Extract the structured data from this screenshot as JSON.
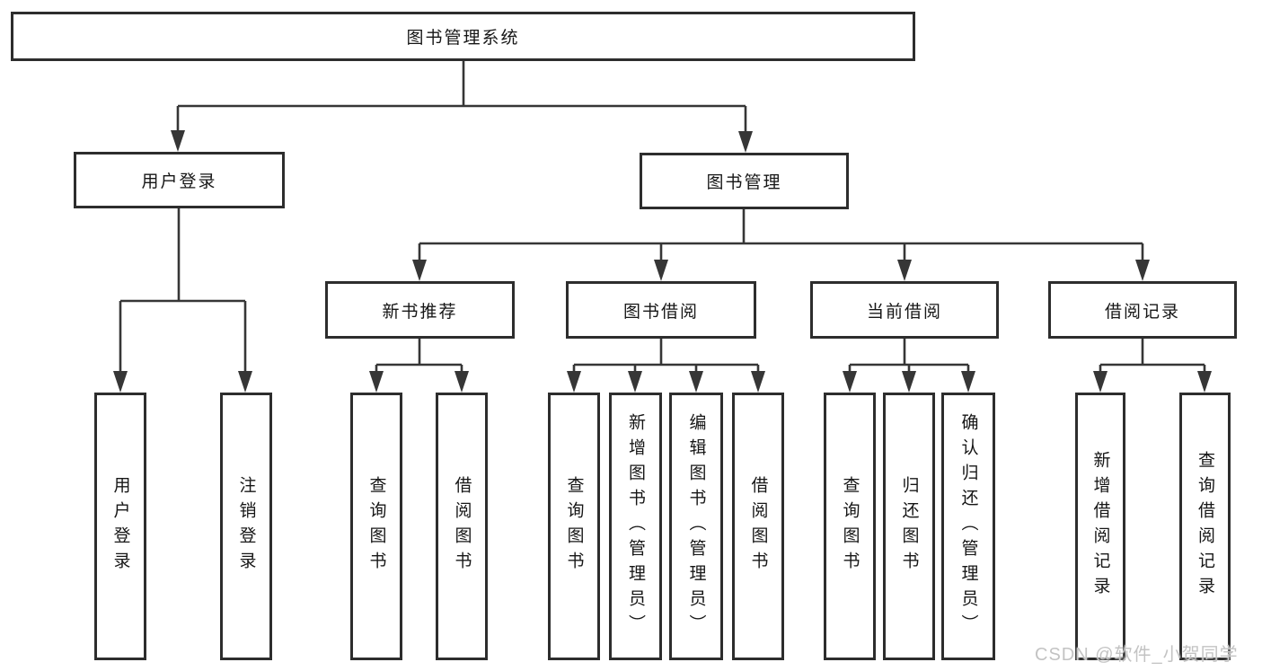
{
  "diagram": {
    "root": {
      "label": "图书管理系统"
    },
    "branches": [
      {
        "label": "用户登录",
        "children": [
          {
            "label": "用户登录"
          },
          {
            "label": "注销登录"
          }
        ]
      },
      {
        "label": "图书管理",
        "children": [
          {
            "label": "新书推荐",
            "children": [
              {
                "label": "查询图书"
              },
              {
                "label": "借阅图书"
              }
            ]
          },
          {
            "label": "图书借阅",
            "children": [
              {
                "label": "查询图书"
              },
              {
                "label": "新增图书（管理员）"
              },
              {
                "label": "编辑图书（管理员）"
              },
              {
                "label": "借阅图书"
              }
            ]
          },
          {
            "label": "当前借阅",
            "children": [
              {
                "label": "查询图书"
              },
              {
                "label": "归还图书"
              },
              {
                "label": "确认归还（管理员）"
              }
            ]
          },
          {
            "label": "借阅记录",
            "children": [
              {
                "label": "新增借阅记录"
              },
              {
                "label": "查询借阅记录"
              }
            ]
          }
        ]
      }
    ]
  },
  "watermark": {
    "text": "CSDN @软件_小贺同学"
  },
  "colors": {
    "line": "#363636",
    "box_border": "#2d2d2d",
    "text": "#161616",
    "watermark": "#c3c3c3",
    "background": "#ffffff"
  }
}
